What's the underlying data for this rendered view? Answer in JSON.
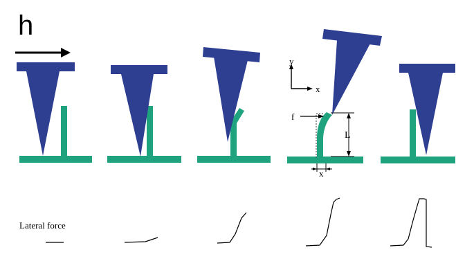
{
  "panel_letter": "h",
  "axis_y_label": "y",
  "axis_x_label": "x",
  "force_label": "f",
  "length_label": "L",
  "deflection_label": "x",
  "lateral_force_label": "Lateral force",
  "colors": {
    "tip": "#2e3f92",
    "post": "#1fa37f",
    "ink": "#000000",
    "background": "#ffffff"
  }
}
